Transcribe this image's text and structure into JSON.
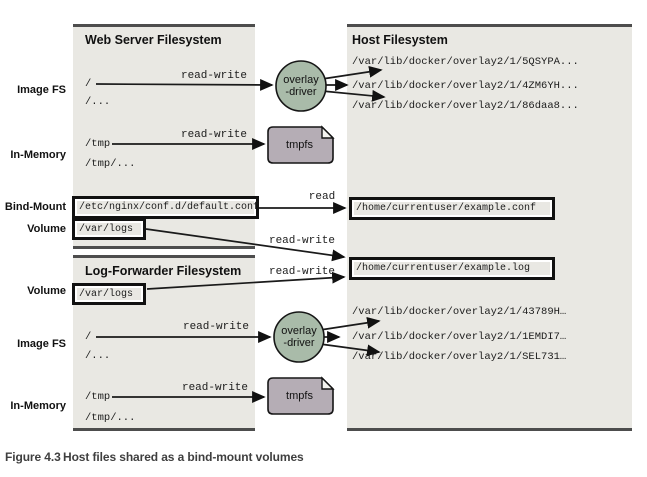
{
  "colors": {
    "panel_bg": "#e9e8e3",
    "panel_border": "#4d4d4d",
    "overlay_driver_fill": "#a9bba9",
    "tmpfs_fill": "#b5adb5",
    "tmpfs_fold_fill": "#f4f4f0",
    "box_border": "#111111",
    "caption_color": "#3f3f3f"
  },
  "labels": {
    "image_fs": "Image FS",
    "in_memory": "In-Memory",
    "bind_mount": "Bind-Mount",
    "volume": "Volume"
  },
  "arrows": {
    "read_write": "read-write",
    "read": "read"
  },
  "nodes": {
    "overlay_line1": "overlay",
    "overlay_line2": "-driver",
    "tmpfs": "tmpfs"
  },
  "web_server": {
    "title": "Web Server Filesystem",
    "root": "/",
    "root_more": "/...",
    "tmp": "/tmp",
    "tmp_more": "/tmp/...",
    "bind_mount_path": "/etc/nginx/conf.d/default.conf",
    "volume_path": "/var/logs"
  },
  "log_forwarder": {
    "title": "Log-Forwarder Filesystem",
    "volume_path": "/var/logs",
    "root": "/",
    "root_more": "/...",
    "tmp": "/tmp",
    "tmp_more": "/tmp/..."
  },
  "host": {
    "title": "Host Filesystem",
    "web_overlay_paths": [
      "/var/lib/docker/overlay2/1/5QSYPA...",
      "/var/lib/docker/overlay2/1/4ZM6YH...",
      "/var/lib/docker/overlay2/1/86daa8..."
    ],
    "conf_path": "/home/currentuser/example.conf",
    "log_path": "/home/currentuser/example.log",
    "log_overlay_paths": [
      "/var/lib/docker/overlay2/1/43789H…",
      "/var/lib/docker/overlay2/1/1EMDI7…",
      "/var/lib/docker/overlay2/1/SEL731…"
    ]
  },
  "caption": {
    "label": "Figure 4.3",
    "text": "Host files shared as a bind-mount volumes"
  }
}
